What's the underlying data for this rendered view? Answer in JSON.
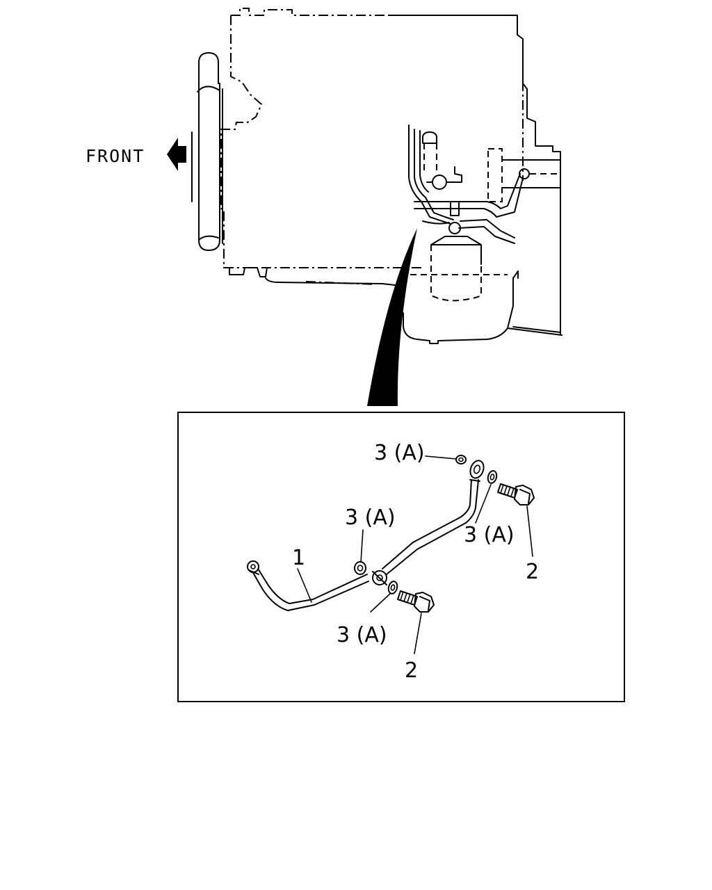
{
  "overview": {
    "front_label": "FRONT"
  },
  "detail": {
    "callouts": {
      "pipe": "1",
      "bolt_lower": "2",
      "bolt_upper": "2",
      "washer_top": "3 (A)",
      "washer_right": "3 (A)",
      "washer_mid_left": "3 (A)",
      "washer_lower": "3 (A)"
    }
  },
  "icons": {
    "front_arrow": "arrow-left-icon",
    "zoom_pointer": "callout-wedge-icon"
  }
}
